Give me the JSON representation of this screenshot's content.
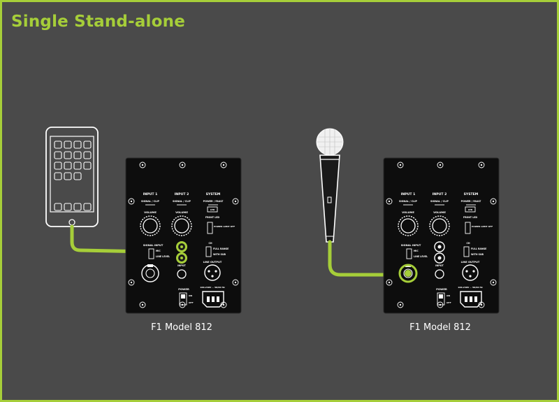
{
  "page": {
    "title": "Single Stand-alone"
  },
  "colors": {
    "background": "#4a4a4a",
    "accent": "#a6ce39",
    "panel": "#0d0d0d",
    "line": "#ffffff"
  },
  "speakers": [
    {
      "caption": "F1 Model 812",
      "labels": {
        "input1": "INPUT 1",
        "input2": "INPUT 2",
        "system": "SYSTEM",
        "signal_clip1": "SIGNAL / CLIP",
        "signal_clip2": "SIGNAL / CLIP",
        "power_fault": "POWER / FAULT",
        "volume1": "VOLUME",
        "volume2": "VOLUME",
        "led": "LED",
        "front_led": "FRONT LED",
        "power_limit_off": "POWER LIMIT OFF",
        "signal_input": "SIGNAL INPUT",
        "mic": "MIC",
        "line_level": "LINE LEVEL",
        "input": "INPUT",
        "ch": "CH",
        "full_range": "FULL RANGE",
        "with_sub": "WITH SUB",
        "line_output": "LINE OUTPUT",
        "power": "POWER",
        "on": "ON",
        "off": "OFF",
        "mains": "100-240V ~ 50/60 Hz"
      }
    },
    {
      "caption": "F1 Model 812",
      "labels": {
        "input1": "INPUT 1",
        "input2": "INPUT 2",
        "system": "SYSTEM",
        "signal_clip1": "SIGNAL / CLIP",
        "signal_clip2": "SIGNAL / CLIP",
        "power_fault": "POWER / FAULT",
        "volume1": "VOLUME",
        "volume2": "VOLUME",
        "led": "LED",
        "front_led": "FRONT LED",
        "power_limit_off": "POWER LIMIT OFF",
        "signal_input": "SIGNAL INPUT",
        "mic": "MIC",
        "line_level": "LINE LEVEL",
        "input": "INPUT",
        "ch": "CH",
        "full_range": "FULL RANGE",
        "with_sub": "WITH SUB",
        "line_output": "LINE OUTPUT",
        "power": "POWER",
        "on": "ON",
        "off": "OFF",
        "mains": "100-240V ~ 50/60 Hz"
      }
    }
  ]
}
